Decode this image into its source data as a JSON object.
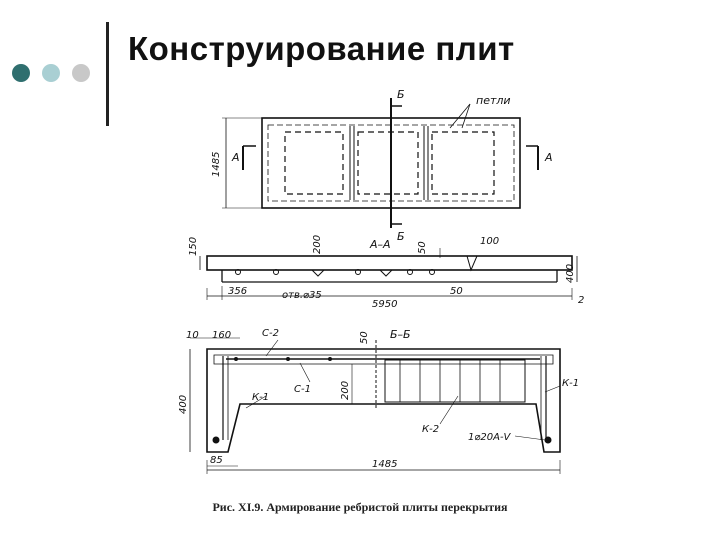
{
  "slide": {
    "title": "Конструирование плит",
    "colors": {
      "dot_primary": "#2f6f6f",
      "dot_secondary": "#a9cfd3",
      "dot_tertiary": "#c8c8c8",
      "ink": "#111111"
    }
  },
  "drawing": {
    "plan": {
      "section_left": "А",
      "section_right": "А",
      "section_top": "Б",
      "section_bottom": "Б",
      "loops_label": "петли",
      "width_dim": "1485"
    },
    "section_aa": {
      "title": "А–А",
      "dim_150": "150",
      "dim_200": "200",
      "dim_50_top": "50",
      "dim_100": "100",
      "dim_400": "400",
      "dim_356": "356",
      "holes_label": "отв.⌀35",
      "length": "5950",
      "dim_50_bottom": "50",
      "dim_2": "2"
    },
    "section_bb": {
      "dim_10": "10",
      "dim_160": "160",
      "mesh_c2": "С-2",
      "mesh_c1": "С-1",
      "dim_50": "50",
      "title": "Б–Б",
      "dim_200": "200",
      "dim_400": "400",
      "frame_k1_left": "К-1",
      "frame_k1_right": "К-1",
      "frame_k2": "К-2",
      "rebar": "1⌀20А-Ⅴ",
      "dim_85": "85",
      "width": "1485"
    }
  },
  "caption": "Рис. XI.9. Армирование ребристой плиты перекрытия"
}
